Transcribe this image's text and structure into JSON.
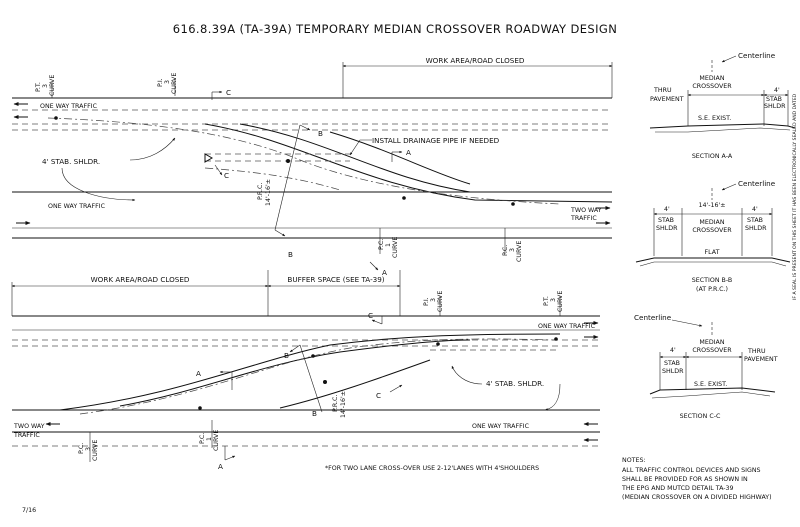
{
  "title": "616.8.39A (TA-39A) TEMPORARY MEDIAN CROSSOVER ROADWAY DESIGN",
  "top_plan": {
    "work_area": "WORK AREA/ROAD CLOSED",
    "pt": "P.T.",
    "pi": "P.I.",
    "pc": "P.C.",
    "curve_num": "3",
    "curve_num2": "1",
    "curve": "CURVE",
    "one_way_traffic_1": "ONE WAY TRAFFIC",
    "one_way_traffic_2": "ONE WAY TRAFFIC",
    "two_way": "TWO WAY",
    "traffic": "TRAFFIC",
    "stab_shldr": "4' STAB. SHLDR.",
    "drainage": "INSTALL DRAINAGE PIPE IF NEEDED",
    "prc": "P.R.C.",
    "prc_width": "14'-16'±",
    "section_a": "A",
    "section_b": "B",
    "section_c": "C"
  },
  "bottom_plan": {
    "work_area": "WORK AREA/ROAD CLOSED",
    "buffer": "BUFFER SPACE (SEE TA-39)",
    "pt": "P.T.",
    "pi": "P.I.",
    "pc": "P.C.",
    "curve_num": "3",
    "curve_num2": "1",
    "curve": "CURVE",
    "one_way_traffic_1": "ONE WAY TRAFFIC",
    "one_way_traffic_2": "ONE WAY TRAFFIC",
    "two_way": "TWO WAY",
    "traffic": "TRAFFIC",
    "stab_shldr": "4' STAB. SHLDR.",
    "prc": "P.R.C.",
    "prc_width": "14'-16'±",
    "section_a": "A",
    "section_b": "B",
    "section_c": "C"
  },
  "footnote": "*FOR TWO LANE CROSS-OVER USE 2-12'LANES WITH 4'SHOULDERS",
  "sheet_number": "7/16",
  "side_note": "IF A SEAL IS PRESENT ON THIS SHEET IT HAS BEEN ELECTRONICALLY SEALED AND DATED",
  "section_aa": {
    "centerline": "Centerline",
    "thru": "THRU",
    "pavement": "PAVEMENT",
    "median": "MEDIAN",
    "crossover": "CROSSOVER",
    "dim": "4'",
    "stab": "STAB",
    "shldr": "SHLDR",
    "se_exist": "S.E. EXIST.",
    "caption": "SECTION A-A"
  },
  "section_bb": {
    "centerline": "Centerline",
    "dim_left": "4'",
    "dim_mid": "14'-16'±",
    "dim_right": "4'",
    "stab": "STAB",
    "shldr": "SHLDR",
    "median": "MEDIAN",
    "crossover": "CROSSOVER",
    "flat": "FLAT",
    "caption": "SECTION B-B",
    "caption2": "(AT P.R.C.)"
  },
  "section_cc": {
    "centerline": "Centerline",
    "median": "MEDIAN",
    "crossover": "CROSSOVER",
    "dim": "4'",
    "thru": "THRU",
    "pavement": "PAVEMENT",
    "stab": "STAB",
    "shldr": "SHLDR",
    "se_exist": "S.E. EXIST.",
    "caption": "SECTION C-C"
  },
  "notes": {
    "heading": "NOTES:",
    "lines": [
      "ALL TRAFFIC CONTROL DEVICES AND SIGNS",
      "SHALL BE PROVIDED FOR AS SHOWN IN",
      "THE EPG AND MUTCD DETAIL TA-39",
      "(MEDIAN CROSSOVER ON A DIVIDED HIGHWAY)"
    ]
  }
}
